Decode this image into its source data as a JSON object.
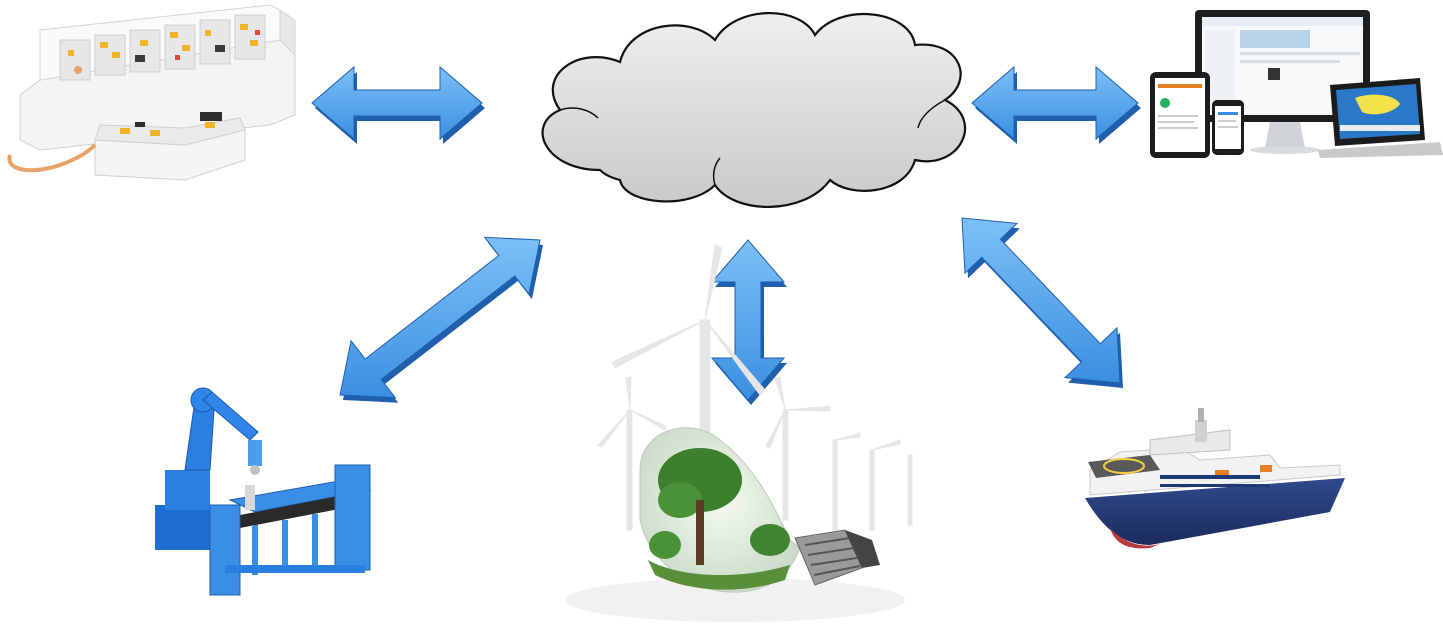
{
  "diagram": {
    "hub": {
      "label": "",
      "icon": "cloud-icon"
    },
    "nodes": [
      {
        "id": "control-room",
        "icon": "control-room-icon"
      },
      {
        "id": "devices",
        "icon": "devices-icon"
      },
      {
        "id": "robot-line",
        "icon": "industrial-robot-icon"
      },
      {
        "id": "wind-energy",
        "icon": "wind-turbine-lightbulb-icon"
      },
      {
        "id": "ship",
        "icon": "offshore-vessel-icon"
      }
    ],
    "connections": [
      {
        "from": "control-room",
        "to": "cloud",
        "direction": "bidirectional"
      },
      {
        "from": "cloud",
        "to": "devices",
        "direction": "bidirectional"
      },
      {
        "from": "cloud",
        "to": "robot-line",
        "direction": "bidirectional"
      },
      {
        "from": "cloud",
        "to": "wind-energy",
        "direction": "bidirectional"
      },
      {
        "from": "cloud",
        "to": "ship",
        "direction": "bidirectional"
      }
    ],
    "colors": {
      "arrow": "#4a9eea",
      "arrow_dark": "#1f5fae",
      "cloud_fill": "#d4d4d4",
      "cloud_stroke": "#111111"
    }
  }
}
